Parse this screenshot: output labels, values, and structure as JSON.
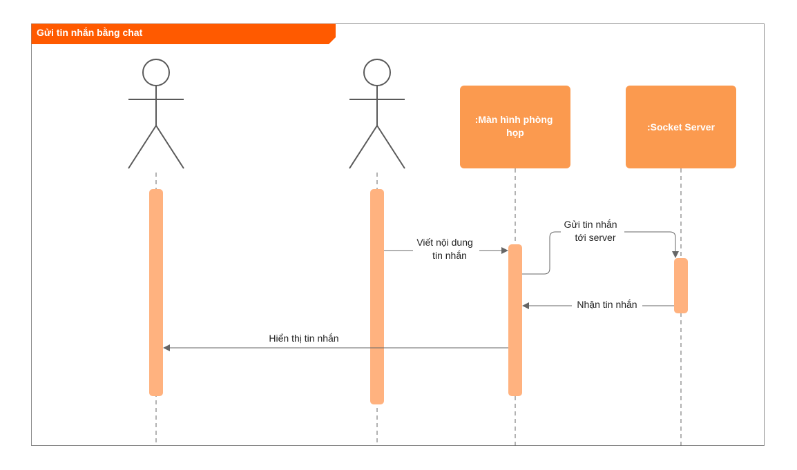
{
  "frame": {
    "title": "Gửi tin nhắn bằng chat"
  },
  "participants": [
    {
      "id": "actor-1",
      "kind": "actor",
      "label": ""
    },
    {
      "id": "actor-2",
      "kind": "actor",
      "label": ""
    },
    {
      "id": "meeting-screen",
      "kind": "object",
      "label_lines": [
        ":Màn hình phòng",
        "họp"
      ]
    },
    {
      "id": "socket-server",
      "kind": "object",
      "label_lines": [
        ":Socket Server"
      ]
    }
  ],
  "messages": [
    {
      "id": "msg-write-content",
      "lines": [
        "Viết nội dung",
        "tin nhắn"
      ]
    },
    {
      "id": "msg-send-to-server",
      "lines": [
        "Gửi tin nhắn",
        "tới server"
      ]
    },
    {
      "id": "msg-receive",
      "lines": [
        "Nhận tin nhắn"
      ]
    },
    {
      "id": "msg-display",
      "lines": [
        "Hiển thị tin nhắn"
      ]
    }
  ],
  "colors": {
    "frame_header": "#ff5a00",
    "object_box": "#fb9a4f",
    "activation": "#ffb27f",
    "line": "#666666",
    "frame_border": "#8a8a8a",
    "actor": "#595959"
  }
}
